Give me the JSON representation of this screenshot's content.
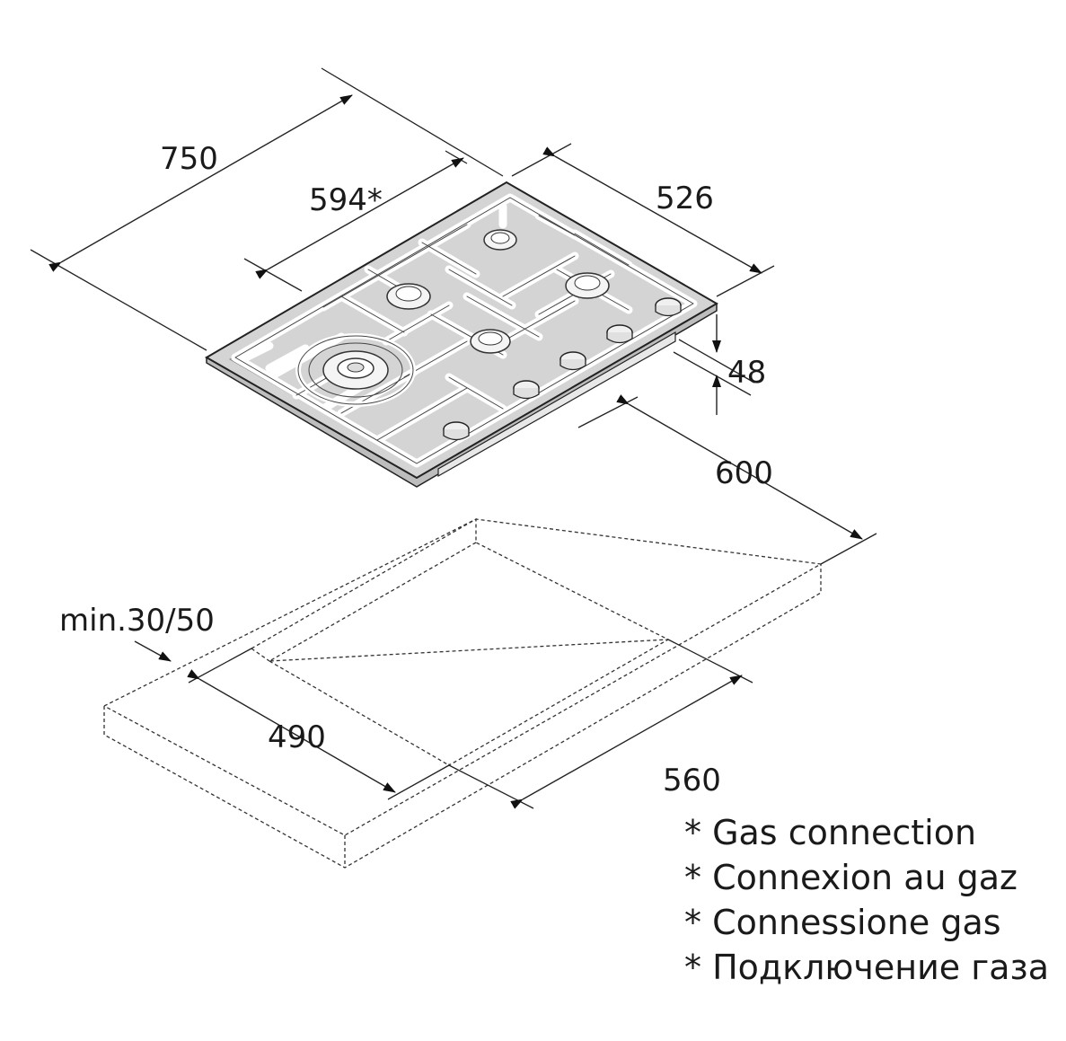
{
  "dimensions": {
    "width_total": "750",
    "width_gas": "594*",
    "depth_total": "526",
    "height": "48",
    "cabinet_width": "600",
    "worktop_thickness": "min.30/50",
    "cutout_depth": "490",
    "cutout_width": "560"
  },
  "notes": [
    "* Gas connection",
    "* Connexion au gaz",
    "* Connessione gas",
    "* Подключение газа"
  ],
  "colors": {
    "hob_surface": "#d4d4d4",
    "hob_edge": "#222222",
    "line": "#222222"
  }
}
